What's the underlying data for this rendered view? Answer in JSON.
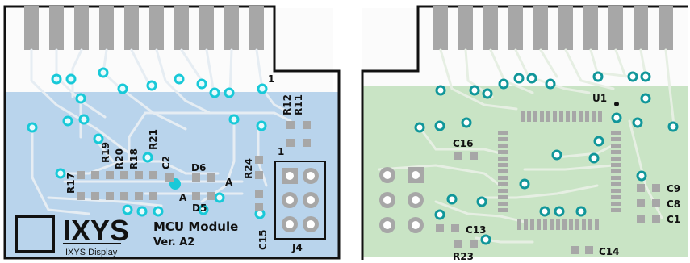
{
  "left_board": {
    "silkscreen_labels": {
      "pin1_top": "1",
      "r11": "R11",
      "r12": "R12",
      "r21": "R21",
      "r18": "R18",
      "r20": "R20",
      "r19": "R19",
      "c2": "C2",
      "d6": "D6",
      "a_right": "A",
      "a_mid": "A",
      "r17": "R17",
      "r24": "R24",
      "pin1_header": "1",
      "d5": "D5",
      "c15": "C15",
      "j4": "J4"
    },
    "module_title": "MCU Module",
    "module_version": "Ver. A2",
    "logo": {
      "brand": "IXYS",
      "subtitle": "IXYS Display"
    }
  },
  "right_board": {
    "silkscreen_labels": {
      "u1": "U1",
      "c16": "C16",
      "c13": "C13",
      "r23": "R23",
      "c14": "C14",
      "c9": "C9",
      "c8": "C8",
      "c1": "C1"
    }
  },
  "colors": {
    "left_pour": "#b9d4ec",
    "right_pour": "#c9e4c5",
    "pad_gray": "#a7a7a7",
    "via_cyan": "#18c9d8",
    "via_teal": "#10969a",
    "trace_light": "#e9eef3",
    "outline": "#111111"
  }
}
